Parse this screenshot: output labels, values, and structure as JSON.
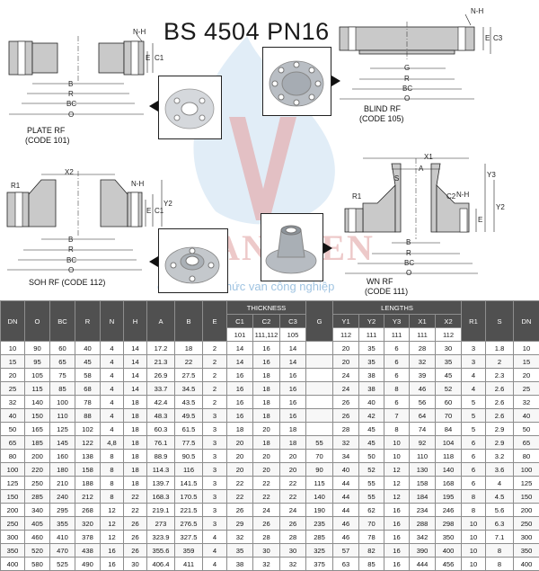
{
  "header": {
    "title": "BS 4504 PN16"
  },
  "watermark": {
    "brand": "TOAN TIEN",
    "tagline": "chia sẻ kiến thức van công nghiệp"
  },
  "colors": {
    "header_bg": "#505050",
    "flange_fill": "#c9c9c9",
    "grid": "#8d8d8d"
  },
  "drawings": {
    "plate": {
      "caption1": "PLATE RF",
      "caption2": "(CODE 101)",
      "labels": {
        "nh": "N-H",
        "c1": "C1",
        "e": "E",
        "b": "B",
        "r": "R",
        "bc": "BC",
        "o": "O"
      }
    },
    "blind": {
      "caption1": "BLIND RF",
      "caption2": "(CODE 105)",
      "labels": {
        "nh": "N-H",
        "c3": "C3",
        "e": "E",
        "g": "G",
        "r": "R",
        "bc": "BC",
        "o": "O"
      }
    },
    "soh": {
      "caption1": "SOH RF (CODE 112)",
      "labels": {
        "x2": "X2",
        "r1": "R1",
        "nh": "N-H",
        "y2": "Y2",
        "c1": "C1",
        "e": "E",
        "b": "B",
        "r": "R",
        "bc": "BC",
        "o": "O"
      }
    },
    "wn": {
      "caption1": "WN RF",
      "caption2": "(CODE 111)",
      "labels": {
        "x1": "X1",
        "a": "A",
        "s": "S",
        "r1": "R1",
        "nh": "N-H",
        "y3": "Y3",
        "y2": "Y2",
        "e": "E",
        "c2": "C2",
        "b": "B",
        "r": "R",
        "bc": "BC",
        "o": "O"
      }
    }
  },
  "table": {
    "group_headers": {
      "thickness": "THICKNESS",
      "lengths": "LENGTHS"
    },
    "columns": [
      "DN",
      "O",
      "BC",
      "R",
      "N",
      "H",
      "A",
      "B",
      "E",
      "C1",
      "C2",
      "C3",
      "G",
      "Y1",
      "Y2",
      "Y3",
      "X1",
      "X2",
      "R1",
      "S",
      "DN"
    ],
    "codes": [
      "101",
      "111,112",
      "105",
      "112",
      "111",
      "111",
      "111",
      "112"
    ],
    "rows": [
      [
        "10",
        "90",
        "60",
        "40",
        "4",
        "14",
        "17.2",
        "18",
        "2",
        "14",
        "16",
        "14",
        "",
        "20",
        "35",
        "6",
        "28",
        "30",
        "3",
        "1.8",
        "10"
      ],
      [
        "15",
        "95",
        "65",
        "45",
        "4",
        "14",
        "21.3",
        "22",
        "2",
        "14",
        "16",
        "14",
        "",
        "20",
        "35",
        "6",
        "32",
        "35",
        "3",
        "2",
        "15"
      ],
      [
        "20",
        "105",
        "75",
        "58",
        "4",
        "14",
        "26.9",
        "27.5",
        "2",
        "16",
        "18",
        "16",
        "",
        "24",
        "38",
        "6",
        "39",
        "45",
        "4",
        "2.3",
        "20"
      ],
      [
        "25",
        "115",
        "85",
        "68",
        "4",
        "14",
        "33.7",
        "34.5",
        "2",
        "16",
        "18",
        "16",
        "",
        "24",
        "38",
        "8",
        "46",
        "52",
        "4",
        "2.6",
        "25"
      ],
      [
        "32",
        "140",
        "100",
        "78",
        "4",
        "18",
        "42.4",
        "43.5",
        "2",
        "16",
        "18",
        "16",
        "",
        "26",
        "40",
        "6",
        "56",
        "60",
        "5",
        "2.6",
        "32"
      ],
      [
        "40",
        "150",
        "110",
        "88",
        "4",
        "18",
        "48.3",
        "49.5",
        "3",
        "16",
        "18",
        "16",
        "",
        "26",
        "42",
        "7",
        "64",
        "70",
        "5",
        "2.6",
        "40"
      ],
      [
        "50",
        "165",
        "125",
        "102",
        "4",
        "18",
        "60.3",
        "61.5",
        "3",
        "18",
        "20",
        "18",
        "",
        "28",
        "45",
        "8",
        "74",
        "84",
        "5",
        "2.9",
        "50"
      ],
      [
        "65",
        "185",
        "145",
        "122",
        "4,8",
        "18",
        "76.1",
        "77.5",
        "3",
        "20",
        "18",
        "18",
        "55",
        "32",
        "45",
        "10",
        "92",
        "104",
        "6",
        "2.9",
        "65"
      ],
      [
        "80",
        "200",
        "160",
        "138",
        "8",
        "18",
        "88.9",
        "90.5",
        "3",
        "20",
        "20",
        "20",
        "70",
        "34",
        "50",
        "10",
        "110",
        "118",
        "6",
        "3.2",
        "80"
      ],
      [
        "100",
        "220",
        "180",
        "158",
        "8",
        "18",
        "114.3",
        "116",
        "3",
        "20",
        "20",
        "20",
        "90",
        "40",
        "52",
        "12",
        "130",
        "140",
        "6",
        "3.6",
        "100"
      ],
      [
        "125",
        "250",
        "210",
        "188",
        "8",
        "18",
        "139.7",
        "141.5",
        "3",
        "22",
        "22",
        "22",
        "115",
        "44",
        "55",
        "12",
        "158",
        "168",
        "6",
        "4",
        "125"
      ],
      [
        "150",
        "285",
        "240",
        "212",
        "8",
        "22",
        "168.3",
        "170.5",
        "3",
        "22",
        "22",
        "22",
        "140",
        "44",
        "55",
        "12",
        "184",
        "195",
        "8",
        "4.5",
        "150"
      ],
      [
        "200",
        "340",
        "295",
        "268",
        "12",
        "22",
        "219.1",
        "221.5",
        "3",
        "26",
        "24",
        "24",
        "190",
        "44",
        "62",
        "16",
        "234",
        "246",
        "8",
        "5.6",
        "200"
      ],
      [
        "250",
        "405",
        "355",
        "320",
        "12",
        "26",
        "273",
        "276.5",
        "3",
        "29",
        "26",
        "26",
        "235",
        "46",
        "70",
        "16",
        "288",
        "298",
        "10",
        "6.3",
        "250"
      ],
      [
        "300",
        "460",
        "410",
        "378",
        "12",
        "26",
        "323.9",
        "327.5",
        "4",
        "32",
        "28",
        "28",
        "285",
        "46",
        "78",
        "16",
        "342",
        "350",
        "10",
        "7.1",
        "300"
      ],
      [
        "350",
        "520",
        "470",
        "438",
        "16",
        "26",
        "355.6",
        "359",
        "4",
        "35",
        "30",
        "30",
        "325",
        "57",
        "82",
        "16",
        "390",
        "400",
        "10",
        "8",
        "350"
      ],
      [
        "400",
        "580",
        "525",
        "490",
        "16",
        "30",
        "406.4",
        "411",
        "4",
        "38",
        "32",
        "32",
        "375",
        "63",
        "85",
        "16",
        "444",
        "456",
        "10",
        "8",
        "400"
      ]
    ]
  }
}
